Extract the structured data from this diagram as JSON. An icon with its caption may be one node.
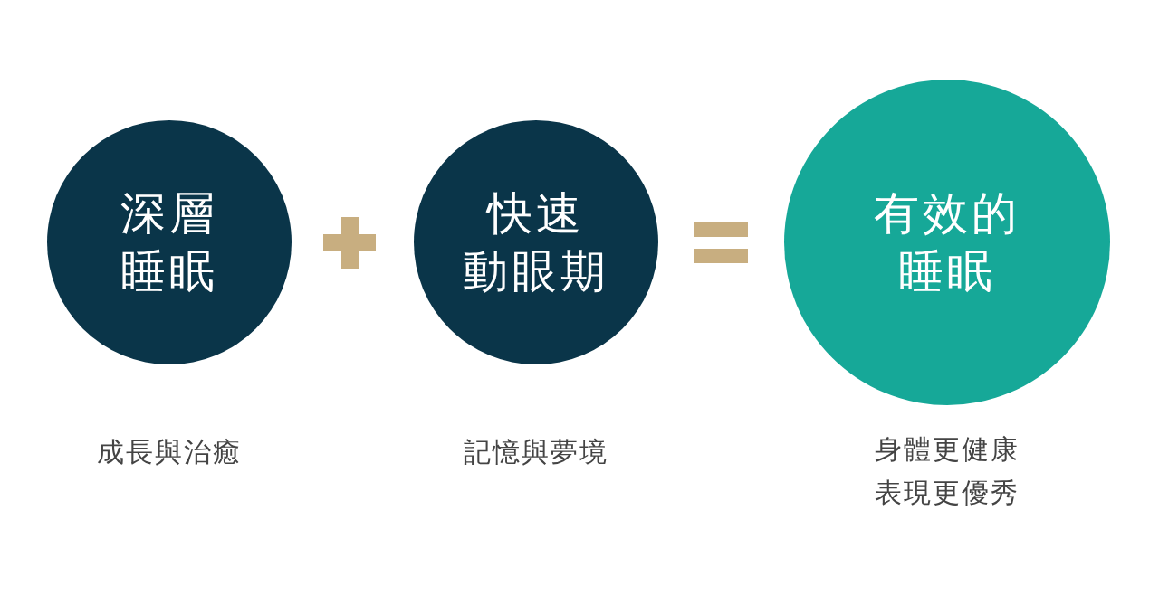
{
  "diagram": {
    "nodes": [
      {
        "text": [
          "深層睡眠"
        ],
        "beside": [
          "成長與治癒"
        ]
      },
      {
        "text": [
          "快速動眼期"
        ],
        "beside": [
          "記憶與夢境"
        ]
      },
      {
        "text": [
          "有效的睡眠"
        ],
        "beside": [
          "身體更健康",
          "表現更優秀"
        ]
      }
    ]
  }
}
